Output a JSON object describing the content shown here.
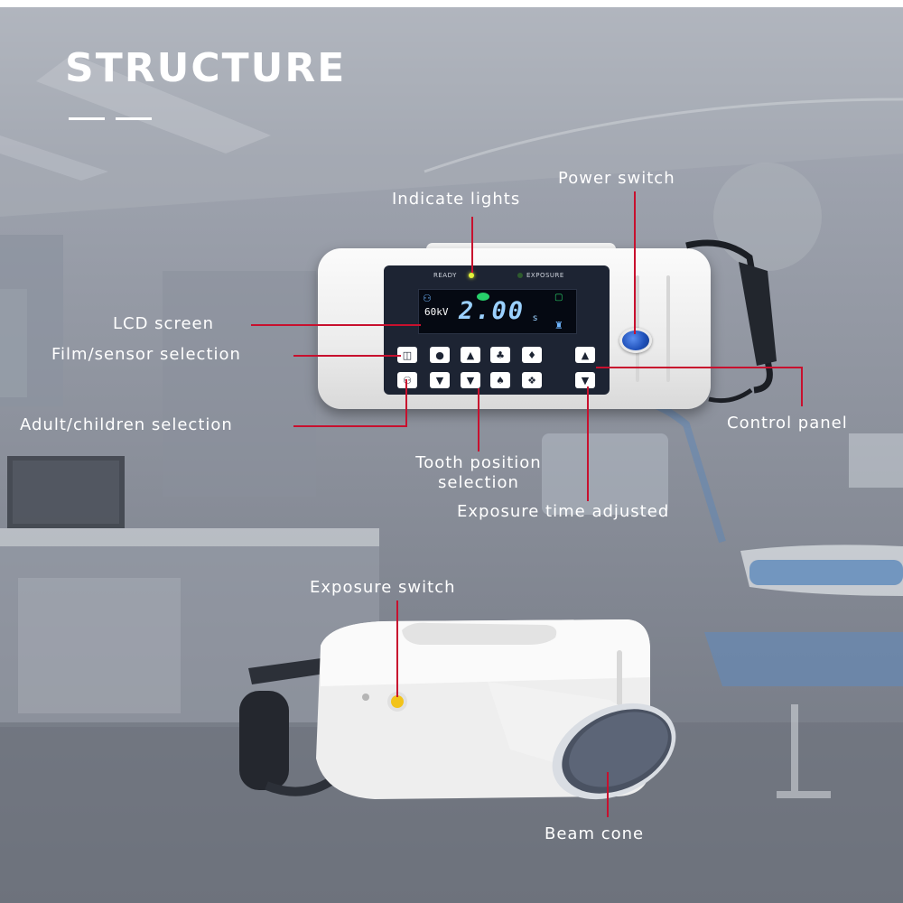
{
  "title": "STRUCTURE",
  "labels": {
    "power_switch": "Power switch",
    "indicate_lights": "Indicate lights",
    "lcd_screen": "LCD screen",
    "film_sensor": "Film/sensor selection",
    "adult_children": "Adult/children selection",
    "control_panel": "Control panel",
    "tooth_position_1": "Tooth position",
    "tooth_position_2": "selection",
    "exposure_time": "Exposure time adjusted",
    "exposure_switch": "Exposure switch",
    "beam_cone": "Beam cone"
  },
  "panel": {
    "ready": "READY",
    "exposure": "EXPOSURE",
    "kv": "60kV",
    "time": "2.00",
    "unit": "s"
  },
  "colors": {
    "leader_line": "#c8102e",
    "label_text": "#ffffff",
    "power_button": "#1e4fb8",
    "exposure_button": "#f2c31a"
  }
}
